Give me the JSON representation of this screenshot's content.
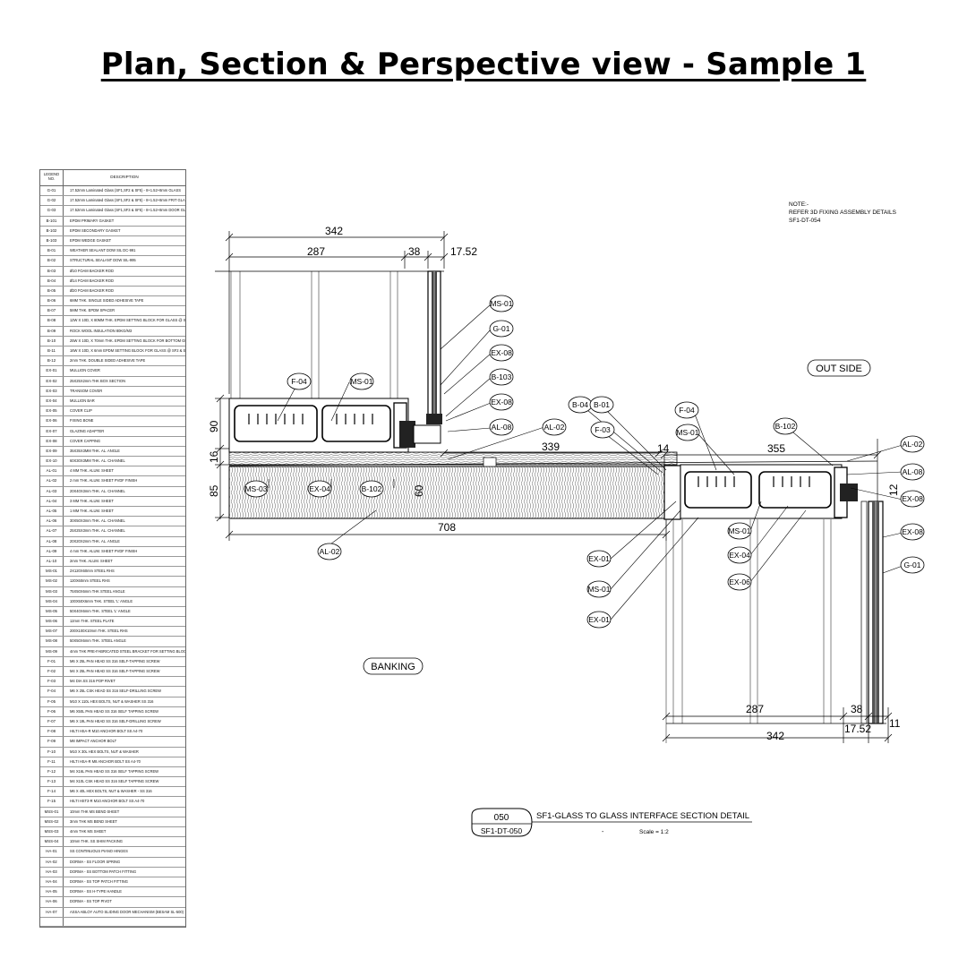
{
  "title": "Plan, Section & Perspective view  - Sample 1",
  "legend": {
    "header_no": "LEGEND NO.",
    "header_desc": "DESCRIPTION",
    "rows": [
      [
        "G-01",
        "17.52mm Laminated Glass (SF1,SF2 & SF5) - 8+1.52+8mm GLASS"
      ],
      [
        "G-02",
        "17.52mm Laminated Glass (SF1,SF2 & SF5) - 8+1.52+8mm FRIT GLASS"
      ],
      [
        "G-03",
        "17.52mm Laminated Glass (SF1,SF3 & SF5) - 8+1.52+8mm DOOR GLASS"
      ],
      [
        "B-101",
        "EPDM PRIMARY GASKET"
      ],
      [
        "B-102",
        "EPDM SECONDARY GASKET"
      ],
      [
        "B-103",
        "EPDM WEDGE GASKET"
      ],
      [
        "B-01",
        "WEATHER SEALANT DOW SIL DC-991"
      ],
      [
        "B-02",
        "STRUCTURAL SEALANT DOW SIL-995"
      ],
      [
        "B-03",
        "Ø10 FOAM BACKER ROD"
      ],
      [
        "B-04",
        "Ø14 FOAM BACKER ROD"
      ],
      [
        "B-05",
        "Ø20 FOAM BACKER ROD"
      ],
      [
        "B-06",
        "6MM THK. SINGLE SIDED ADHESIVE TAPE"
      ],
      [
        "B-07",
        "5MM THK. EPDM SPACER"
      ],
      [
        "B-08",
        "12W X 10D, X 80MM THK. EPDM SETTING BLOCK FOR GLASS @ SF1"
      ],
      [
        "B-09",
        "ROCK WOOL INSULATION 80KG/M3"
      ],
      [
        "B-10",
        "25W X 10D, X 70mm THK. EPDM SETTING BLOCK FOR BOTTOM GLASS"
      ],
      [
        "B-11",
        "16W X 10D, X 6mm EPDM SETTING BLOCK FOR GLASS @ SF2 & SF3"
      ],
      [
        "B-12",
        "2mm THK. DOUBLE SIDED ADHESIVE TAPE"
      ],
      [
        "EX-01",
        "MULLION COVER"
      ],
      [
        "EX-02",
        "25X25X2mm THK BOX SECTION"
      ],
      [
        "EX-03",
        "TRANSOM COVER"
      ],
      [
        "EX-04",
        "MULLION BAR"
      ],
      [
        "EX-05",
        "COVER CLIP"
      ],
      [
        "EX-06",
        "FIXING BONE"
      ],
      [
        "EX-07",
        "GLAZING ADAPTER"
      ],
      [
        "EX-08",
        "COVER CAPPING"
      ],
      [
        "EX-09",
        "35X35X3MM THK. AL. ANGLE"
      ],
      [
        "EX-10",
        "60X30X3MM THK. AL. CHANNEL"
      ],
      [
        "AL-01",
        "4 MM THK. ALUM. SHEET"
      ],
      [
        "AL-02",
        "2 mm THK. ALUM. SHEET PVDF FINISH"
      ],
      [
        "AL-03",
        "20X40X3mm THK. AL. CHANNEL"
      ],
      [
        "AL-04",
        "3 MM THK. ALUM. SHEET"
      ],
      [
        "AL-05",
        "1 MM THK. ALUM. SHEET"
      ],
      [
        "AL-06",
        "30X50X3mm THK. AL. CHANNEL"
      ],
      [
        "AL-07",
        "25X25X3mm THK. AL. CHANNEL"
      ],
      [
        "AL-08",
        "20X20X2mm THK. AL. ANGLE"
      ],
      [
        "AL-09",
        "4 mm THK. ALUM. SHEET PVDF FINISH"
      ],
      [
        "AL-10",
        "2mm THK. ALUM. SHEET"
      ],
      [
        "MS-01",
        "2X120X60mm STEEL RHS"
      ],
      [
        "MS-02",
        "120X60mm STEEL RHS"
      ],
      [
        "MS-03",
        "75X50X6mm THK STEEL ANGLE"
      ],
      [
        "MS-04",
        "100X50X6mm THK. STEEL 'L' ANGLE"
      ],
      [
        "MS-05",
        "50X40X6mm THK. STEEL 'L' ANGLE"
      ],
      [
        "MS-06",
        "12mm THK. STEEL PLATE"
      ],
      [
        "MS-07",
        "200X100X10mm THK. STEEL RHS"
      ],
      [
        "MS-08",
        "50X50X6mm THK. STEEL ANGLE"
      ],
      [
        "MS-09",
        "4mm THK PRE-FABRICATED STEEL BRACKET FOR SETTING BLOCK"
      ],
      [
        "F-01",
        "M6 X 25L PAN HEAD SS 316 SELF-TAPPING SCREW"
      ],
      [
        "F-02",
        "M4 X 25L PAN HEAD SS 316 SELF-TAPPING SCREW"
      ],
      [
        "F-03",
        "M4 DIA SS 316 POP RIVET"
      ],
      [
        "F-04",
        "M6 X 25L CSK HEAD SS 316 SELF-DRILLING SCREW"
      ],
      [
        "F-05",
        "M10 X 110L HEX BOLTS, NUT & WASHER SS 316"
      ],
      [
        "F-06",
        "M6 X50L PAN HEAD SS 316 SELF TAPPING SCREW"
      ],
      [
        "F-07",
        "M6 X 19L PAN HEAD SS 316 SELF-DRILLING SCREW"
      ],
      [
        "F-08",
        "HILTI HSA-R M10 ANCHOR BOLT SS A4-70"
      ],
      [
        "F-09",
        "M8 IMPACT ANCHOR BOLT"
      ],
      [
        "F-10",
        "M10 X 30L HEX BOLTS, NUT & WASHER"
      ],
      [
        "F-11",
        "HILTI HSA-R M8 ANCHOR BOLT SS A4-70"
      ],
      [
        "F-12",
        "M4 X16L PAN HEAD SS 316 SELF TAPPING SCREW"
      ],
      [
        "F-13",
        "M4 X10L CSK HEAD SS 316 SELF TAPPING SCREW"
      ],
      [
        "F-14",
        "M6 X 40L HEX BOLTS, NUT & WASHER - SS 316"
      ],
      [
        "F-15",
        "HILTI HST3-R M10 ANCHOR BOLT SS A4-70"
      ],
      [
        "MSS-01",
        "10mm THK MS BEND SHEET"
      ],
      [
        "MSS-02",
        "3mm THK MS BEND SHEET"
      ],
      [
        "MSS-03",
        "4mm THK MS SHEET"
      ],
      [
        "MSS-04",
        "10mm THK. SS SHIM PACKING"
      ],
      [
        "HA-01",
        "SS CONTINUOUS PIANO HINGES"
      ],
      [
        "HA-02",
        "DORMA - SS FLOOR SPRING"
      ],
      [
        "HA-03",
        "DORMA - SS BOTTOM PATCH FITTING"
      ],
      [
        "HA-04",
        "DORMA - SS TOP PATCH FITTING"
      ],
      [
        "HA-05",
        "DORMA - SS H-TYPE HANDLE"
      ],
      [
        "HA-06",
        "DORMA - SS TOP PIVOT"
      ],
      [
        "HA-07",
        "ASSA ABLOY AUTO SLIDING DOOR MECHANISM (BESAM SL-500)"
      ]
    ]
  },
  "note": [
    "NOTE:-",
    "REFER 3D FIXING ASSEMBLY DETAILS",
    "SF1-DT-054"
  ],
  "zones": {
    "outside": "OUT SIDE",
    "banking": "BANKING"
  },
  "dimensions": {
    "top_342": "342",
    "top_287": "287",
    "top_38": "38",
    "top_1752": "17.52",
    "v_90": "90",
    "v_16": "16",
    "v_85": "85",
    "v_60": "60",
    "d_339": "339",
    "d_14": "14",
    "d_355": "355",
    "d_12": "12",
    "d_708": "708",
    "bot_287": "287",
    "bot_38": "38",
    "bot_11": "11",
    "bot_1752": "17.52",
    "bot_342": "342"
  },
  "callouts": {
    "ms01_a": "MS-01",
    "g01_a": "G-01",
    "ex08_a": "EX-08",
    "b103": "B-103",
    "ex08_b": "EX-08",
    "al08_a": "AL-08",
    "f04_a": "F-04",
    "ms01_b": "MS-01",
    "b04": "B-04",
    "b01": "B-01",
    "f03": "F-03",
    "al02_a": "AL-02",
    "f04_b": "F-04",
    "ms01_c": "MS-01",
    "b102_a": "B-102",
    "al02_b": "AL-02",
    "al08_b": "AL-08",
    "ex08_c": "EX-08",
    "ex08_d": "EX-08",
    "g01_b": "G-01",
    "ms03": "MS-03",
    "ex04_a": "EX-04",
    "b102_b": "B-102",
    "al02_c": "AL-02",
    "ms01_d": "MS-01",
    "ex04_b": "EX-04",
    "ex06": "EX-06",
    "ex01_a": "EX-01",
    "ms01_e": "MS-01",
    "ex01_b": "EX-01"
  },
  "title_block": {
    "number": "050",
    "sheet": "SF1-DT-050",
    "name": "SF1-GLASS TO GLASS INTERFACE SECTION DETAIL",
    "dash": "-",
    "scale": "Scale = 1:2"
  }
}
